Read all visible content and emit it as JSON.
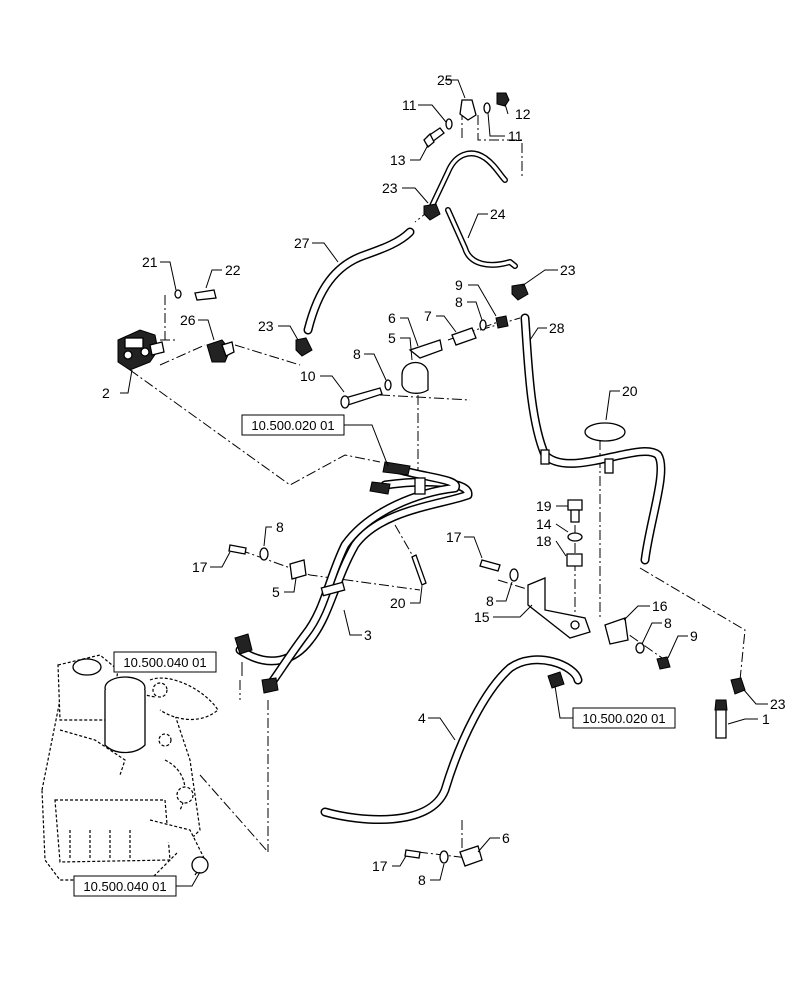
{
  "callouts": [
    {
      "id": "c25",
      "label": "25"
    },
    {
      "id": "c12",
      "label": "12"
    },
    {
      "id": "c11a",
      "label": "11"
    },
    {
      "id": "c11b",
      "label": "11"
    },
    {
      "id": "c13",
      "label": "13"
    },
    {
      "id": "c23a",
      "label": "23"
    },
    {
      "id": "c24",
      "label": "24"
    },
    {
      "id": "c27",
      "label": "27"
    },
    {
      "id": "c21",
      "label": "21"
    },
    {
      "id": "c22",
      "label": "22"
    },
    {
      "id": "c9a",
      "label": "9"
    },
    {
      "id": "c23b",
      "label": "23"
    },
    {
      "id": "c8a",
      "label": "8"
    },
    {
      "id": "c7",
      "label": "7"
    },
    {
      "id": "c6a",
      "label": "6"
    },
    {
      "id": "c26",
      "label": "26"
    },
    {
      "id": "c23c",
      "label": "23"
    },
    {
      "id": "c5a",
      "label": "5"
    },
    {
      "id": "c28",
      "label": "28"
    },
    {
      "id": "c8b",
      "label": "8"
    },
    {
      "id": "c2",
      "label": "2"
    },
    {
      "id": "c10",
      "label": "10"
    },
    {
      "id": "c20a",
      "label": "20"
    },
    {
      "id": "c19",
      "label": "19"
    },
    {
      "id": "c14",
      "label": "14"
    },
    {
      "id": "c8c",
      "label": "8"
    },
    {
      "id": "c17a",
      "label": "17"
    },
    {
      "id": "c18",
      "label": "18"
    },
    {
      "id": "c17b",
      "label": "17"
    },
    {
      "id": "c5b",
      "label": "5"
    },
    {
      "id": "c20b",
      "label": "20"
    },
    {
      "id": "c8d",
      "label": "8"
    },
    {
      "id": "c15",
      "label": "15"
    },
    {
      "id": "c16",
      "label": "16"
    },
    {
      "id": "c3",
      "label": "3"
    },
    {
      "id": "c8e",
      "label": "8"
    },
    {
      "id": "c9b",
      "label": "9"
    },
    {
      "id": "c23d",
      "label": "23"
    },
    {
      "id": "c4",
      "label": "4"
    },
    {
      "id": "c1",
      "label": "1"
    },
    {
      "id": "c6b",
      "label": "6"
    },
    {
      "id": "c17c",
      "label": "17"
    },
    {
      "id": "c8f",
      "label": "8"
    }
  ],
  "references": [
    {
      "id": "r1",
      "label": "10.500.020 01"
    },
    {
      "id": "r2",
      "label": "10.500.040 01"
    },
    {
      "id": "r3",
      "label": "10.500.020 01"
    },
    {
      "id": "r4",
      "label": "10.500.040 01"
    }
  ]
}
